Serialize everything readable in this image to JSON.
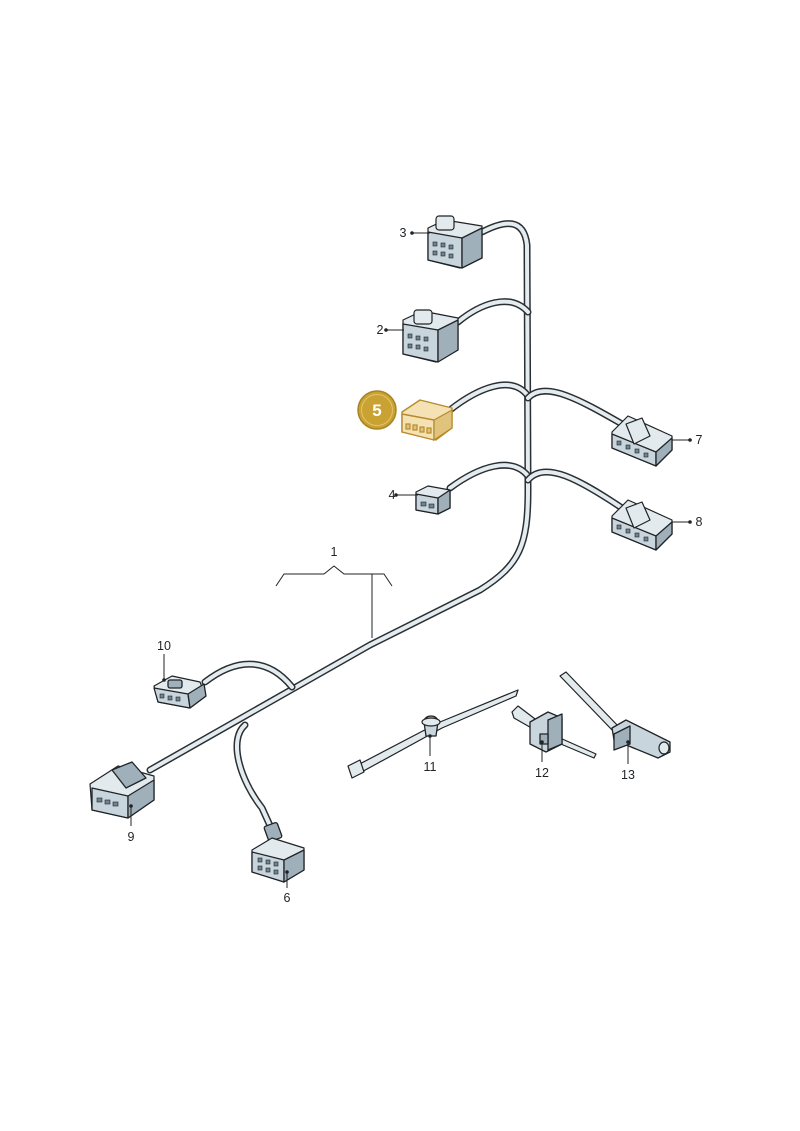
{
  "diagram": {
    "highlighted_part": "5",
    "colors": {
      "wire": "#e4ecef",
      "outline": "#1f2326",
      "connector": "#c9d5dc",
      "highlight_fill": "#f4e2b4",
      "badge": "#c9a233"
    },
    "callouts": {
      "c1": "1",
      "c2": "2",
      "c3": "3",
      "c4": "4",
      "c5": "5",
      "c6": "6",
      "c7": "7",
      "c8": "8",
      "c9": "9",
      "c10": "10",
      "c11": "11",
      "c12": "12",
      "c13": "13"
    }
  }
}
